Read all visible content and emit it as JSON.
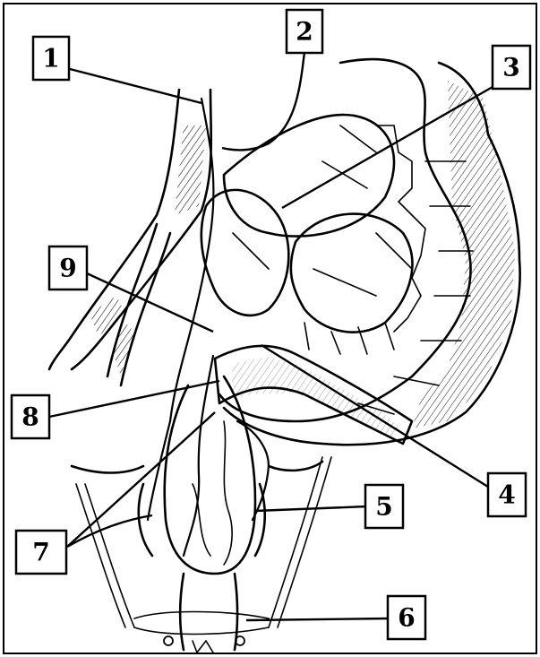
{
  "labels": [
    {
      "id": "1",
      "text": "1"
    },
    {
      "id": "2",
      "text": "2"
    },
    {
      "id": "3",
      "text": "3"
    },
    {
      "id": "4",
      "text": "4"
    },
    {
      "id": "5",
      "text": "5"
    },
    {
      "id": "6",
      "text": "6"
    },
    {
      "id": "7",
      "text": "7"
    },
    {
      "id": "8",
      "text": "8"
    },
    {
      "id": "9",
      "text": "9"
    }
  ],
  "colors": {
    "ink": "#000000",
    "background": "#ffffff"
  }
}
